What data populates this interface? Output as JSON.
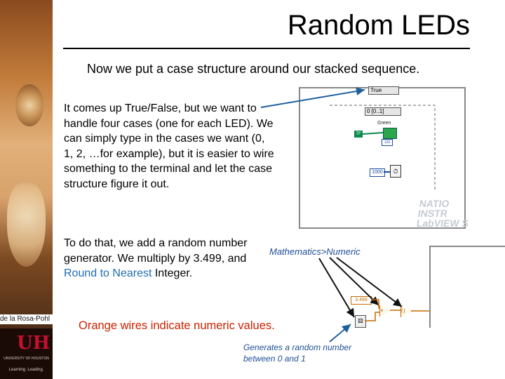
{
  "slide": {
    "title": "Random LEDs",
    "subtitle": "Now we put a case structure around our stacked sequence.",
    "para1": "It comes up True/False, but we want to handle four cases (one for each LED). We can simply type in the cases we want (0, 1, 2, …for example), but it is easier to wire something to the terminal and let the case structure figure it out.",
    "para2": {
      "before": "To do that, we add a random number generator. We multiply by 3.499, and ",
      "highlight": "Round to Nearest",
      "after": " Integer."
    },
    "path_label": "Mathematics>Numeric",
    "orange_note": "Orange wires indicate numeric values.",
    "gen_note": "Generates a random number between 0 and 1"
  },
  "sidebar": {
    "credit": "de la Rosa-Pohl",
    "logo_mark": "UH",
    "logo_text": "UNIVERSITY OF HOUSTON",
    "logo_sub": "Learning. Leading."
  },
  "diagram1": {
    "case_selector": "True",
    "frame_selector": "0 [0..1]",
    "green_label": "Green",
    "const_left": "TF",
    "small_num": "123",
    "blue_const": "1000",
    "wait_icon": "clock-icon",
    "watermark_lines": [
      "NATIO",
      "INSTR",
      "LabVIEW S"
    ]
  },
  "diagram2": {
    "const_value": "3.499",
    "multiply_symbol": "×",
    "round_symbol": "⌈⌋",
    "rng_symbol": "⚄"
  },
  "colors": {
    "arrow": "#1f5f9e",
    "orange_wire": "#c46a00",
    "note_red": "#cc2200",
    "label_blue": "#1f4e96"
  }
}
